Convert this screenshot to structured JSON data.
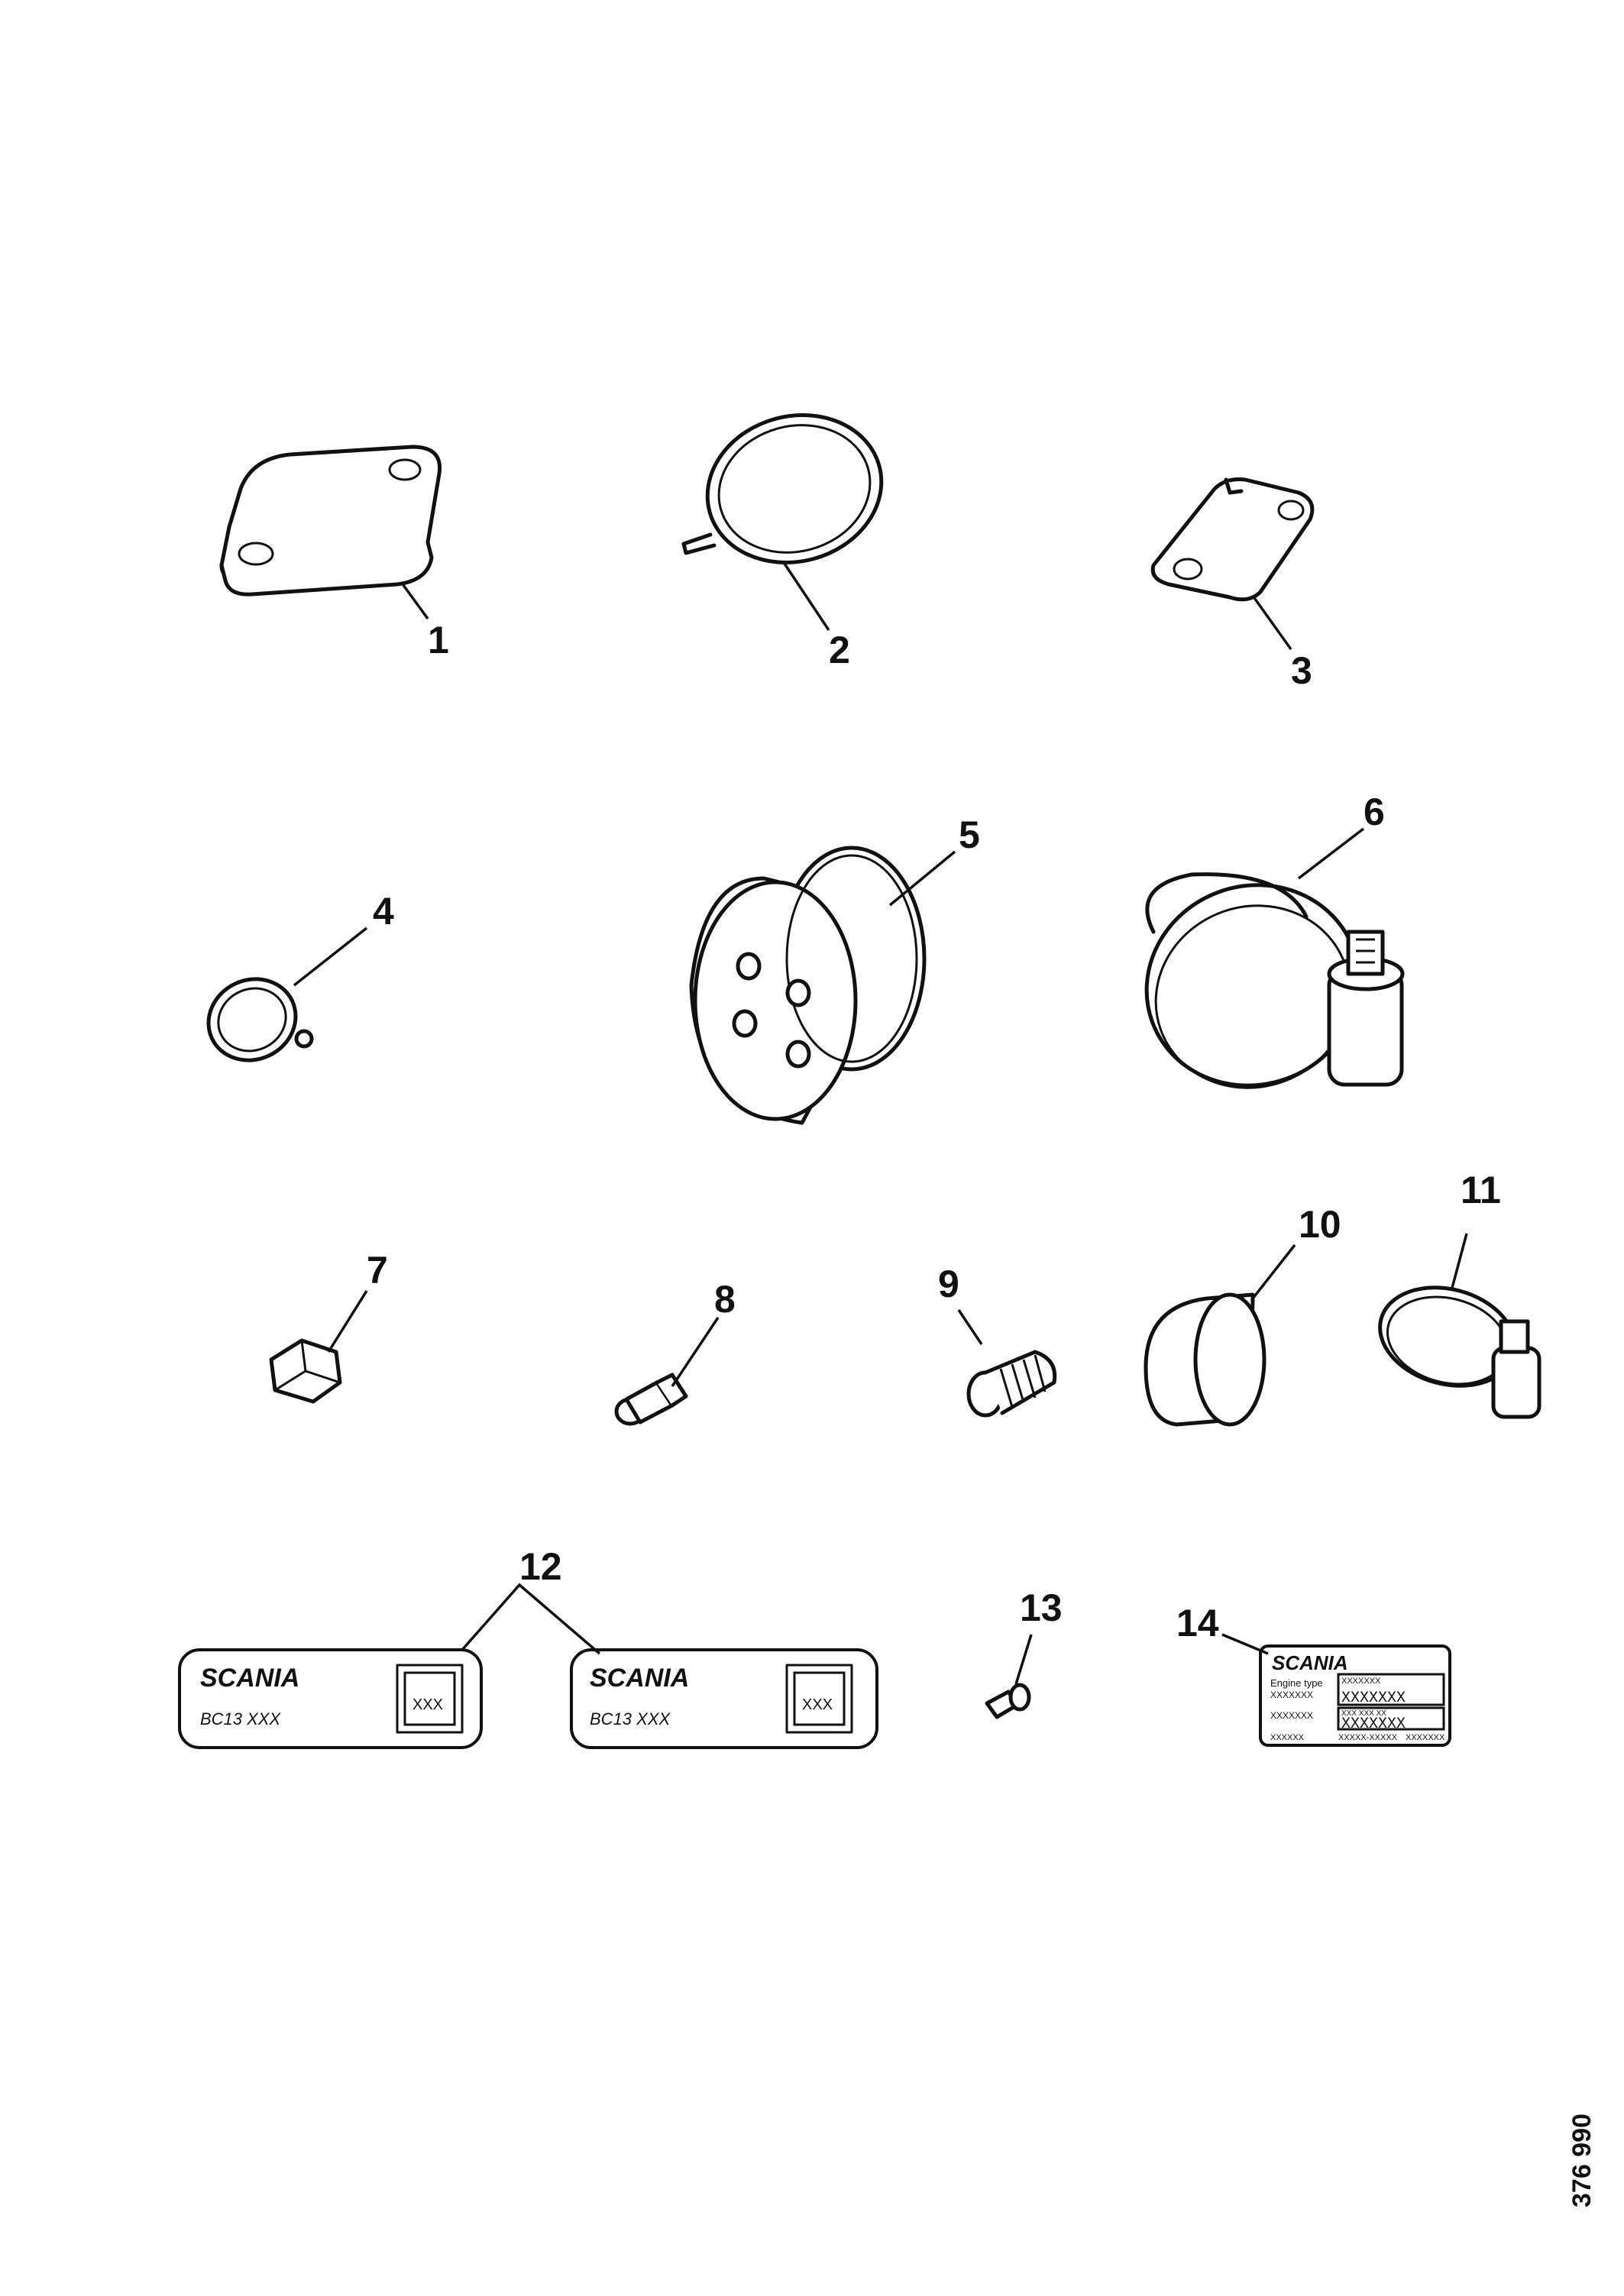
{
  "diagram": {
    "drawing_number": "376 990",
    "callouts": [
      "1",
      "2",
      "3",
      "4",
      "5",
      "6",
      "7",
      "8",
      "9",
      "10",
      "11",
      "12",
      "13",
      "14"
    ],
    "decal_12": {
      "brand": "SCANIA",
      "code": "BC13 XXX",
      "box_text": "XXX"
    },
    "plate_14": {
      "brand": "SCANIA",
      "row1_left": "Engine type",
      "row1_left_value": "XXXXXXX",
      "row1_right_label": "XXXXXXX",
      "row1_right_value": "XXXXXXX",
      "row2_left": "XXXXXXX",
      "row2_right_label": "XXX XXX XX",
      "row2_right_value": "XXXXXXX",
      "row3_left": "XXXXXX",
      "row3_mid": "XXXXX-XXXXX",
      "row3_right": "XXXXXXX"
    }
  }
}
